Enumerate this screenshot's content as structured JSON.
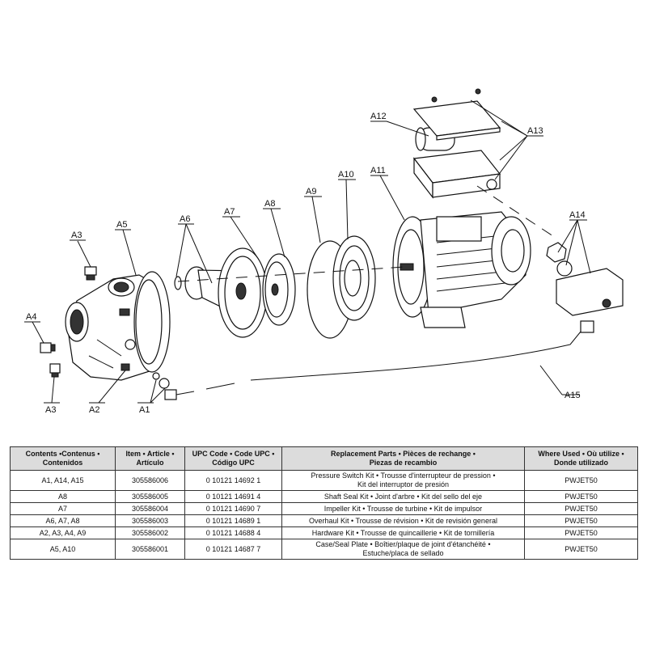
{
  "callouts": {
    "A1": "A1",
    "A2": "A2",
    "A3_top": "A3",
    "A3_bottom": "A3",
    "A4": "A4",
    "A5": "A5",
    "A6": "A6",
    "A7": "A7",
    "A8": "A8",
    "A9": "A9",
    "A10": "A10",
    "A11": "A11",
    "A12": "A12",
    "A13": "A13",
    "A14": "A14",
    "A15": "A15"
  },
  "table": {
    "headers": [
      {
        "line1": "Contents •Contenus •",
        "line2": "Contenidos"
      },
      {
        "line1": "Item • Article •",
        "line2": "Artículo"
      },
      {
        "line1": "UPC Code • Code UPC •",
        "line2": "Código UPC"
      },
      {
        "line1": "Replacement Parts • Pièces de rechange •",
        "line2": "Piezas de recambio"
      },
      {
        "line1": "Where Used • Où utilize •",
        "line2": "Donde utilizado"
      }
    ],
    "rows": [
      {
        "contents": "A1, A14, A15",
        "item": "305586006",
        "upc": "0 10121 14692 1",
        "parts_line1": "Pressure Switch Kit • Trousse d'interrupteur de pression •",
        "parts_line2": "Kit del interruptor de presión",
        "where": "PWJET50"
      },
      {
        "contents": "A8",
        "item": "305586005",
        "upc": "0 10121 14691 4",
        "parts_line1": "Shaft Seal Kit • Joint d'arbre • Kit del sello del eje",
        "parts_line2": "",
        "where": "PWJET50"
      },
      {
        "contents": "A7",
        "item": "305586004",
        "upc": "0 10121 14690 7",
        "parts_line1": "Impeller Kit • Trousse de turbine • Kit de impulsor",
        "parts_line2": "",
        "where": "PWJET50"
      },
      {
        "contents": "A6, A7, A8",
        "item": "305586003",
        "upc": "0 10121 14689 1",
        "parts_line1": "Overhaul Kit • Trousse de révision • Kit de revisión general",
        "parts_line2": "",
        "where": "PWJET50"
      },
      {
        "contents": "A2, A3, A4, A9",
        "item": "305586002",
        "upc": "0 10121 14688 4",
        "parts_line1": "Hardware Kit • Trousse de quincaillerie • Kit de tornillería",
        "parts_line2": "",
        "where": "PWJET50"
      },
      {
        "contents": "A5, A10",
        "item": "305586001",
        "upc": "0 10121 14687 7",
        "parts_line1": "Case/Seal Plate • Boîtier/plaque de joint d'étanchéité •",
        "parts_line2": "Estuche/placa de sellado",
        "where": "PWJET50"
      }
    ]
  }
}
